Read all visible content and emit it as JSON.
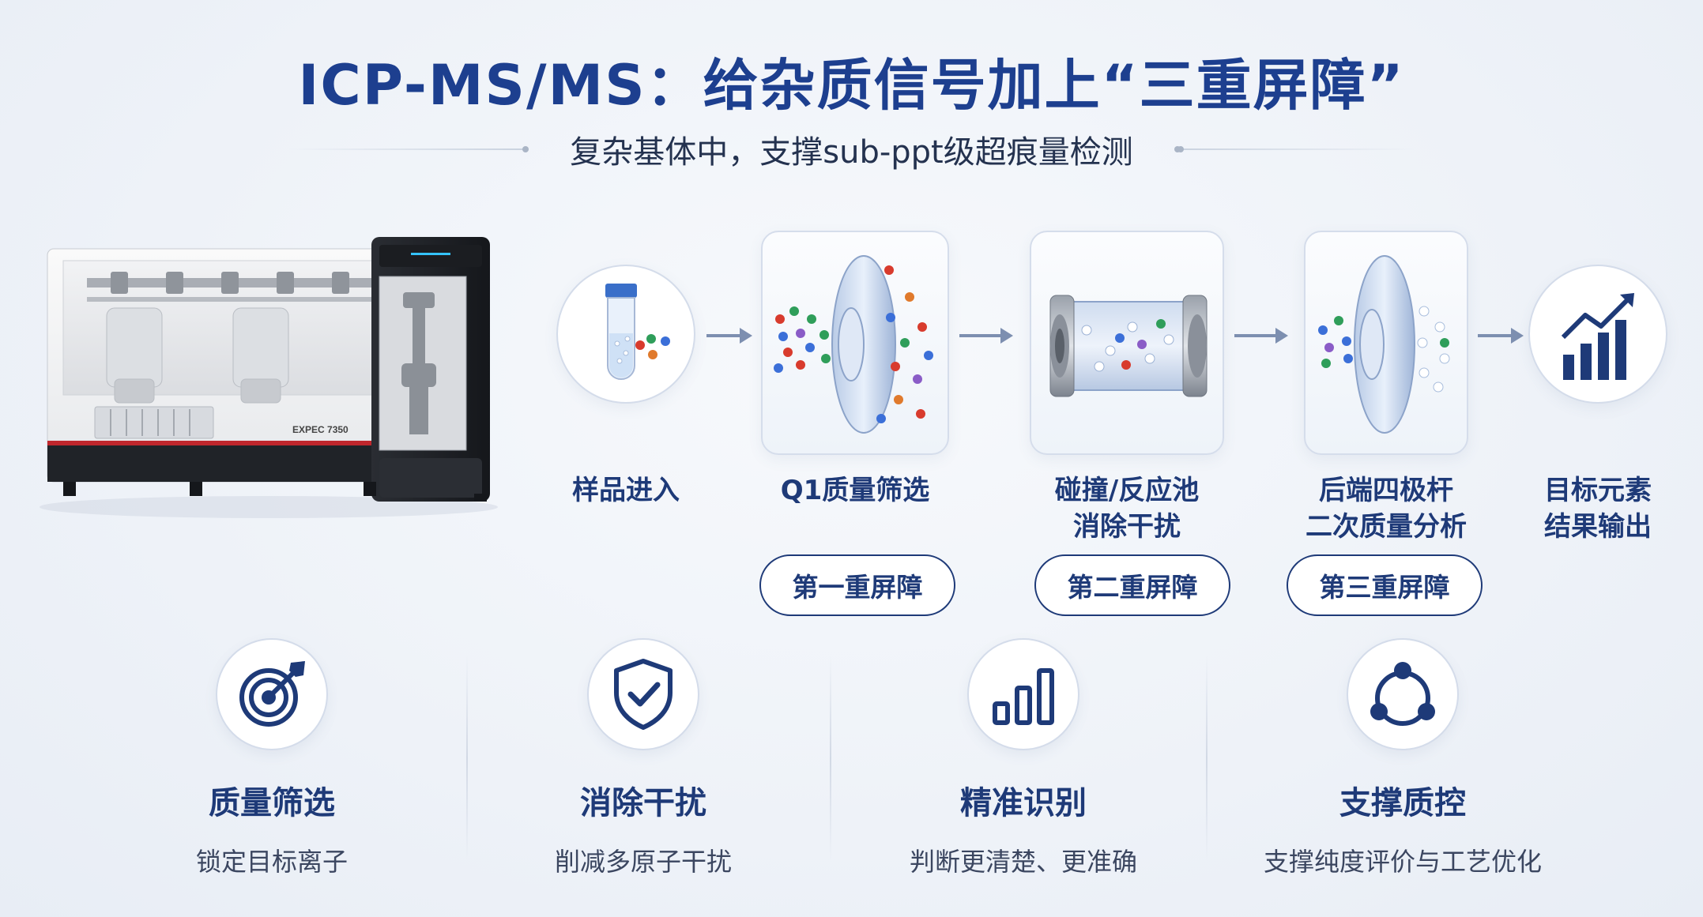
{
  "title": "ICP-MS/MS：给杂质信号加上“三重屏障”",
  "subtitle": "复杂基体中，支撑sub-ppt级超痕量检测",
  "machine": {
    "model_label": "EXPEC 7350"
  },
  "steps": [
    {
      "label": "样品进入",
      "icon": "sample-tube-icon"
    },
    {
      "label": "Q1质量筛选",
      "icon": "quadrupole-disc-icon",
      "barrier": "第一重屏障"
    },
    {
      "label": "碰撞/反应池\n消除干扰",
      "icon": "collision-cell-icon",
      "barrier": "第二重屏障"
    },
    {
      "label": "后端四极杆\n二次质量分析",
      "icon": "quadrupole-disc-icon",
      "barrier": "第三重屏障"
    },
    {
      "label": "目标元素\n结果输出",
      "icon": "growth-chart-icon"
    }
  ],
  "features": [
    {
      "title": "质量筛选",
      "desc": "锁定目标离子",
      "icon": "target-icon"
    },
    {
      "title": "消除干扰",
      "desc": "削减多原子干扰",
      "icon": "shield-check-icon"
    },
    {
      "title": "精准识别",
      "desc": "判断更清楚、更准确",
      "icon": "bar-signal-icon"
    },
    {
      "title": "支撑质控",
      "desc": "支撑纯度评价与工艺优化",
      "icon": "cycle-nodes-icon"
    }
  ],
  "colors": {
    "primary": "#1e3a78",
    "accent_red": "#c0272d",
    "accent_blue": "#3b6fd8",
    "background": "#eef2f8"
  }
}
